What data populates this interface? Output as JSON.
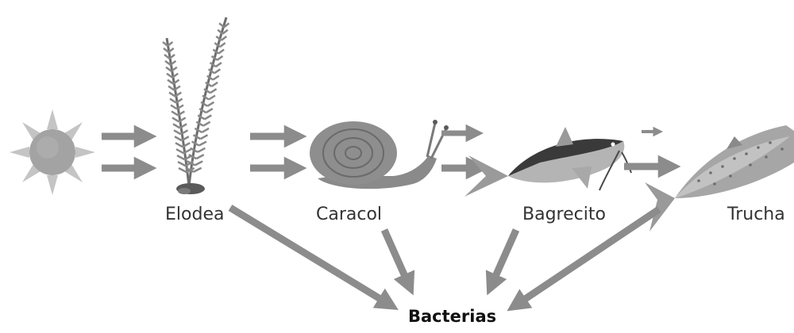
{
  "diagram": {
    "organisms": {
      "elodea": "Elodea",
      "caracol": "Caracol",
      "bagrecito": "Bagrecito",
      "trucha": "Trucha"
    },
    "decomposer": "Bacterias"
  },
  "icons": [
    "sun-icon",
    "elodea-plant-icon",
    "snail-icon",
    "catfish-icon",
    "trout-icon"
  ],
  "colors": {
    "arrow": "#8c8c8c",
    "sun_ray": "#bfbfbf",
    "sun_core": "#9a9a9a",
    "plant": "#7a7a7a",
    "snail_shell": "#8e8e8e",
    "catfish_top": "#3a3a3a",
    "catfish_belly": "#b0b0b0",
    "trout": "#a8a8a8"
  }
}
